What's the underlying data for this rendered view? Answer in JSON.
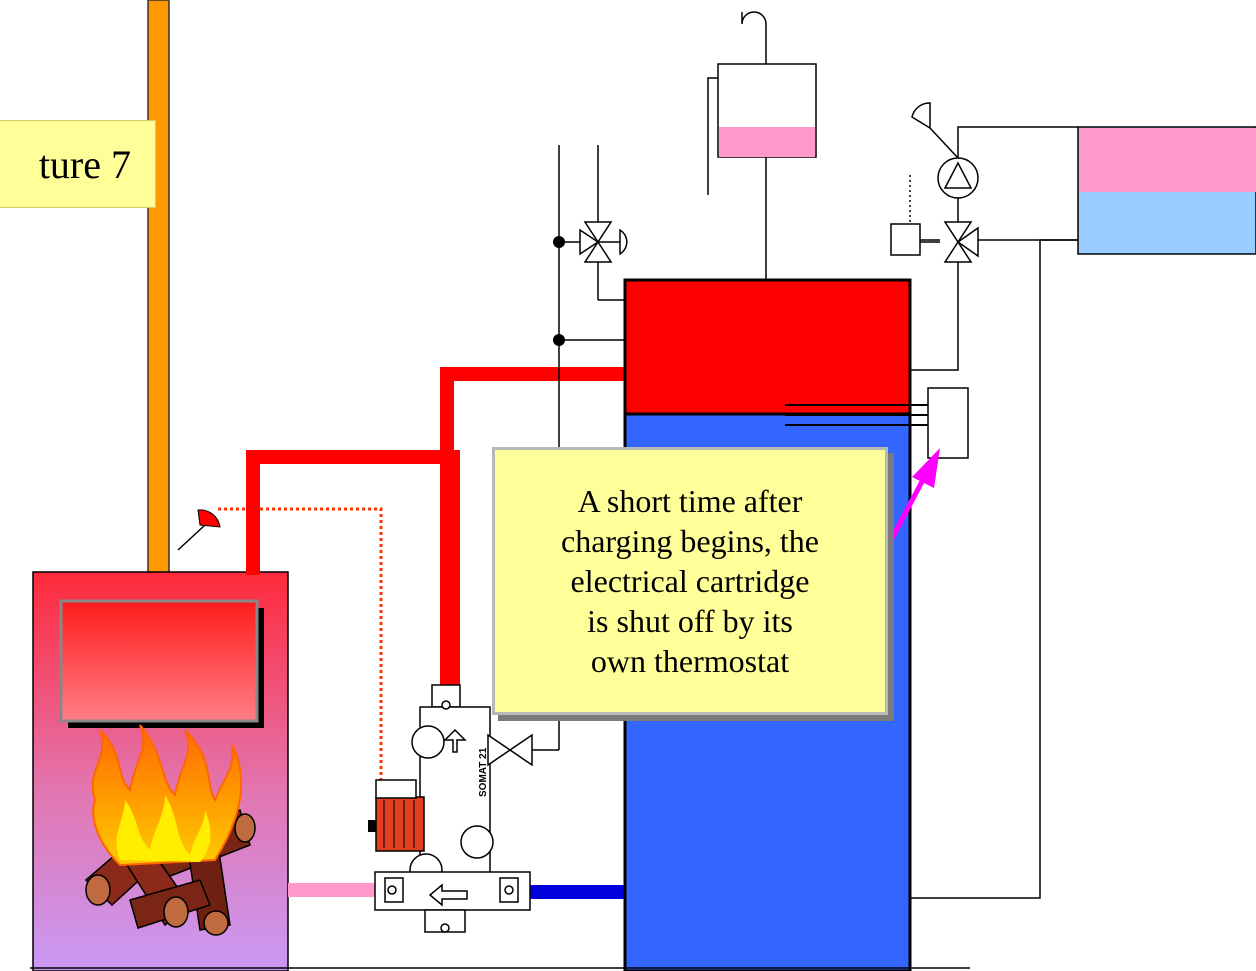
{
  "picture_label": "ture 7",
  "callout_text": "A short time after\ncharging begins, the\nelectrical cartridge\nis shut off by its\nown thermostat",
  "device_label": "SOMAT 21",
  "colors": {
    "chimney": "#ff9900",
    "hot_water": "#ff0000",
    "cold_water": "#3366ff",
    "return_pink": "#ff99cc",
    "heater_blue": "#99ccff",
    "callout_bg": "#ffff99",
    "arrow": "#ff00ff",
    "boiler_top": "#ff3333",
    "boiler_bottom": "#cc99ff"
  },
  "icons": [
    "flame-icon",
    "logs-icon",
    "pump-icon",
    "three-way-valve-icon",
    "gate-valve-icon",
    "thermostat-bulb-icon",
    "arrow-pointer-icon"
  ]
}
